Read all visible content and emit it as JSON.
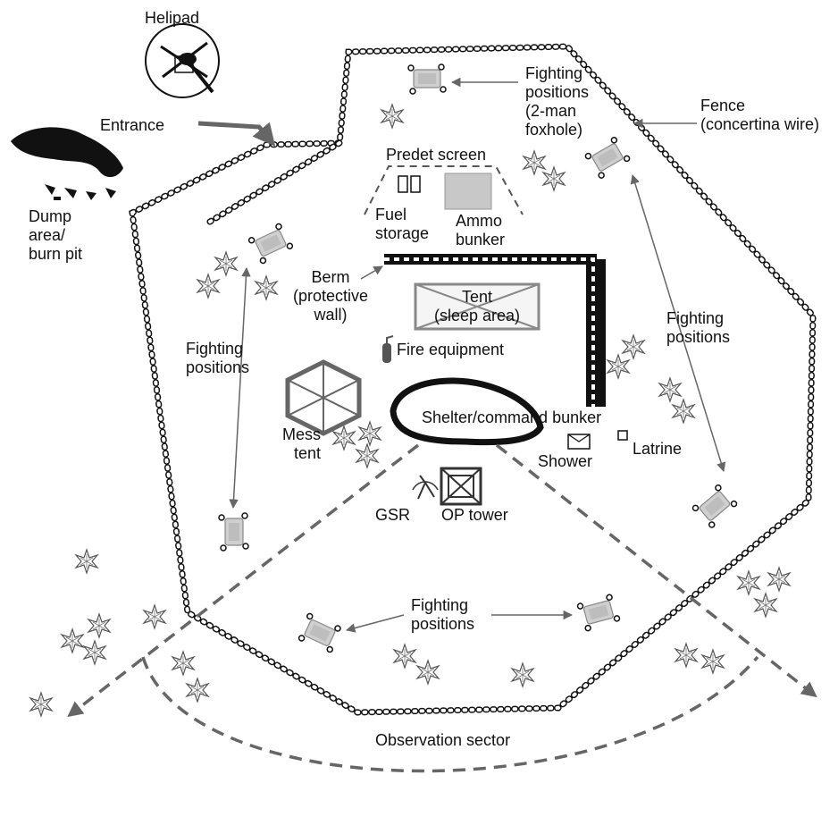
{
  "labels": {
    "helipad": "Helipad",
    "entrance": "Entrance",
    "dump": [
      "Dump",
      "area/",
      "burn pit"
    ],
    "fighting_top": [
      "Fighting",
      "positions",
      "(2-man",
      "foxhole)"
    ],
    "fence": [
      "Fence",
      "(concertina wire)"
    ],
    "predet_screen": "Predet screen",
    "fuel_storage": [
      "Fuel",
      "storage"
    ],
    "ammo_bunker": [
      "Ammo",
      "bunker"
    ],
    "berm": [
      "Berm",
      "(protective",
      "wall)"
    ],
    "tent": [
      "Tent",
      "(sleep area)"
    ],
    "fire_equipment": "Fire equipment",
    "fighting_left": [
      "Fighting",
      "positions"
    ],
    "fighting_right": [
      "Fighting",
      "positions"
    ],
    "mess_tent": [
      "Mess",
      "tent"
    ],
    "shelter": "Shelter/command bunker",
    "shower": "Shower",
    "latrine": "Latrine",
    "gsr": "GSR",
    "op_tower": "OP tower",
    "fighting_bottom": [
      "Fighting",
      "positions"
    ],
    "observation_sector": "Observation sector"
  },
  "colors": {
    "ink": "#111111",
    "grey_fill": "#c8c8c8",
    "plant": "#555555",
    "arrow": "#666666",
    "dash": "#666666"
  },
  "icons": [
    "helicopter-icon",
    "concertina-wire-icon",
    "foxhole-icon",
    "shrub-icon",
    "fire-extinguisher-icon",
    "hexagon-tent-icon",
    "tower-icon",
    "gsr-radar-icon"
  ]
}
